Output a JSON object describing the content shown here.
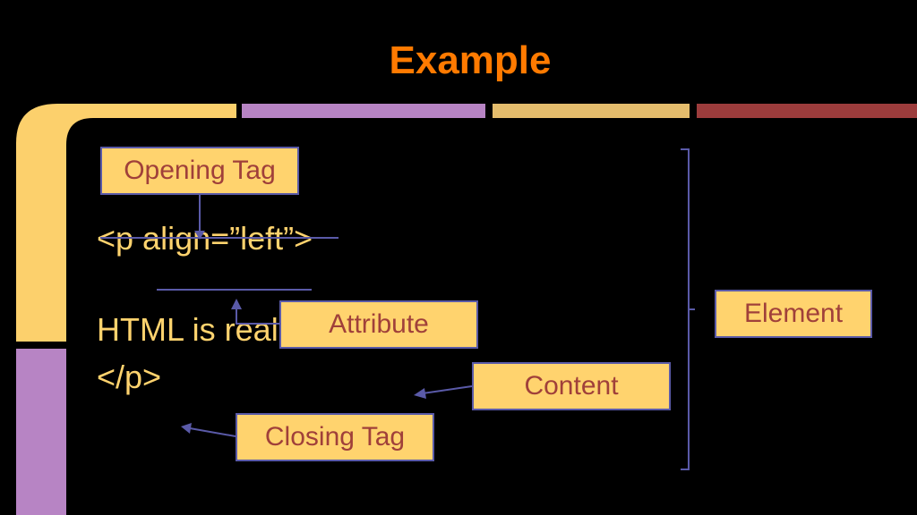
{
  "slide": {
    "title": "Example"
  },
  "code": {
    "open_tag": "<p align=”left”>",
    "content": "HTML is really fun!",
    "close_tag": "</p>"
  },
  "labels": {
    "opening_tag": "Opening Tag",
    "attribute": "Attribute",
    "content": "Content",
    "closing_tag": "Closing Tag",
    "element": "Element"
  },
  "colors": {
    "background": "#000000",
    "title": "#ff7a00",
    "code_text": "#ffd36e",
    "label_fill": "#ffd36e",
    "label_text": "#a0403a",
    "label_border": "#5a5aa8",
    "connector": "#5a5aa8",
    "bar_yellow": "#fcd06c",
    "bar_purple": "#b784c4",
    "bar_gold": "#e4bc6c",
    "bar_red": "#9c3c3c"
  }
}
